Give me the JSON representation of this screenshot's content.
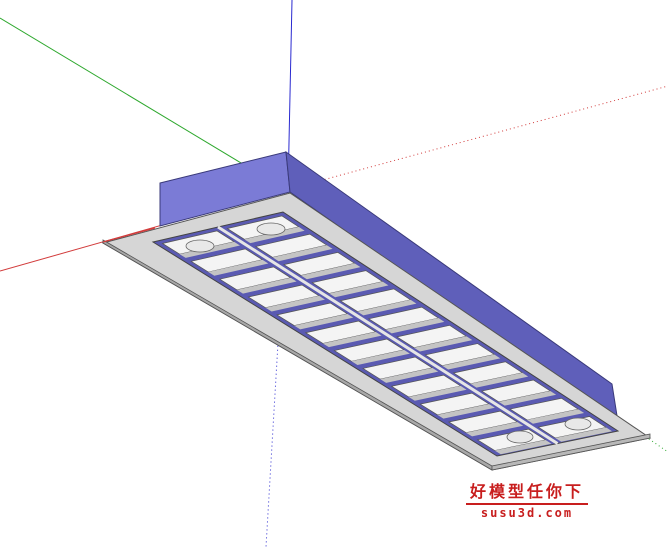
{
  "scene": {
    "object": "recessed-grille-light-fixture",
    "colors": {
      "background": "#ffffff",
      "housing": "#7b7bd6",
      "housing_dark": "#5c5cb8",
      "frame": "#d6d6d6",
      "frame_edge": "#9a9a9a",
      "louver": "#f4f4f4",
      "louver_shadow": "#c4c4c4",
      "axis_red": "#d23c3c",
      "axis_green": "#2ea82e",
      "axis_blue": "#2a2ad0"
    },
    "axes": [
      "x-axis-red",
      "y-axis-green",
      "z-axis-blue"
    ]
  },
  "watermark": {
    "title": "好模型任你下",
    "url": "susu3d.com",
    "color": "#c81e1e"
  }
}
